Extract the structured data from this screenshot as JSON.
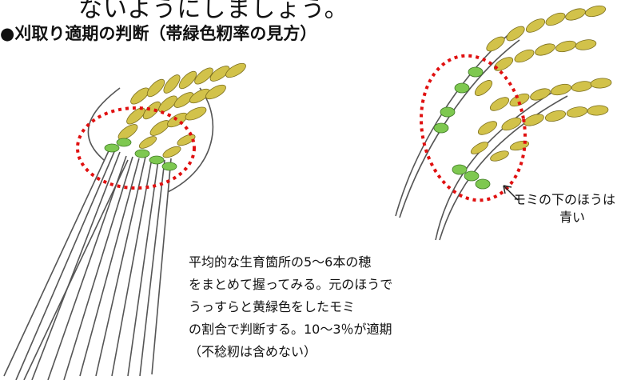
{
  "page": {
    "top_fragment": "ないようにしましょう。",
    "heading": "●刈取り適期の判断（帯緑色籾率の見方）"
  },
  "annotation_right": {
    "line1": "モミの下のほうは",
    "line2": "青い"
  },
  "notes": [
    "平均的な生育箇所の5～6本の穂",
    "をまとめて握ってみる。元のほうで",
    "うっすらと黄緑色をしたモミ",
    "の割合で判断する。10～3％が適期",
    "（不稔籾は含めない）"
  ],
  "colors": {
    "highlight_circle": "#e01010",
    "grain": "#d2c24a",
    "green_grain": "#7ec850",
    "stalk": "#555555"
  }
}
